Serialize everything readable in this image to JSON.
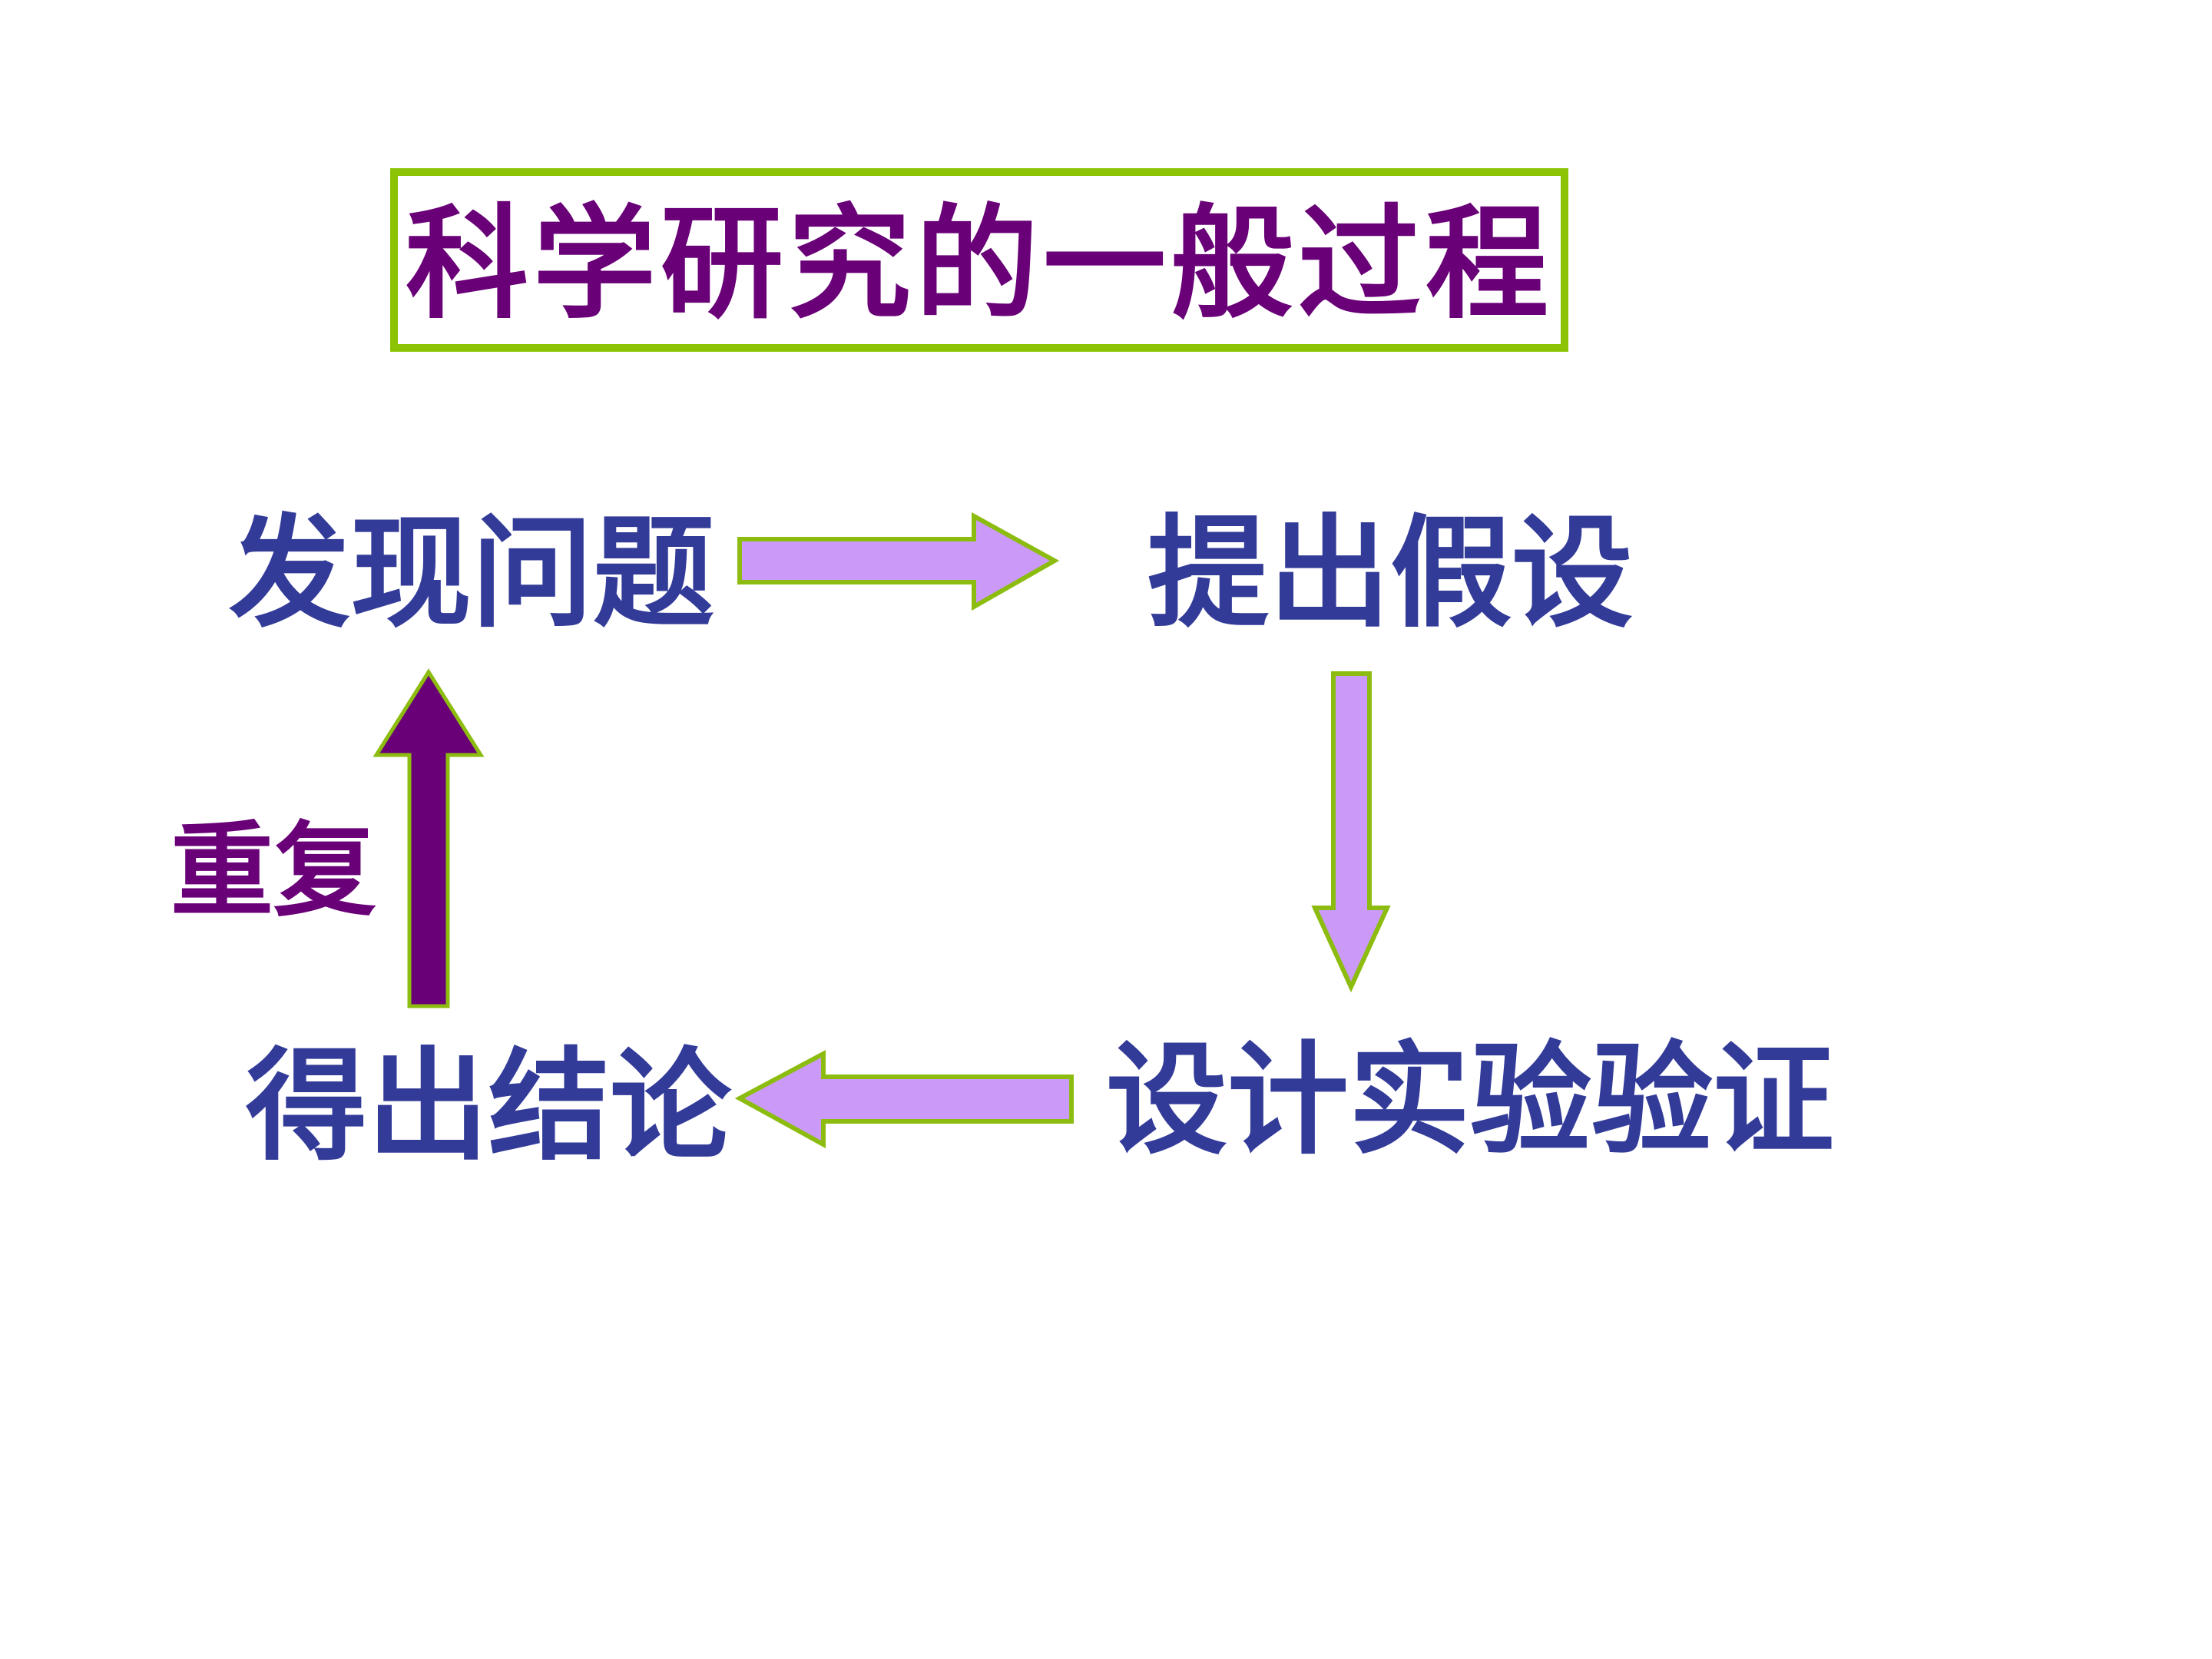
{
  "slide": {
    "title": "科学研究的一般过程",
    "nodes": {
      "discover": "发现问题",
      "hypothesis": "提出假设",
      "experiment": "设计实验验证",
      "conclusion": "得出结论"
    },
    "repeat_label": "重复",
    "flow": {
      "edges": [
        {
          "from": "发现问题",
          "to": "提出假设",
          "direction": "right"
        },
        {
          "from": "提出假设",
          "to": "设计实验验证",
          "direction": "down"
        },
        {
          "from": "设计实验验证",
          "to": "得出结论",
          "direction": "left"
        },
        {
          "from": "得出结论",
          "to": "发现问题",
          "direction": "up",
          "label": "重复"
        }
      ]
    }
  },
  "colors": {
    "background": "#FFFFFF",
    "title_text": "#690077",
    "node_text": "#333B99",
    "repeat_text": "#690077",
    "box_border": "#8CC405",
    "arrow_fill": "#CB9AF8",
    "arrow_outline": "#8DBC10",
    "repeat_arrow_fill": "#690077"
  }
}
